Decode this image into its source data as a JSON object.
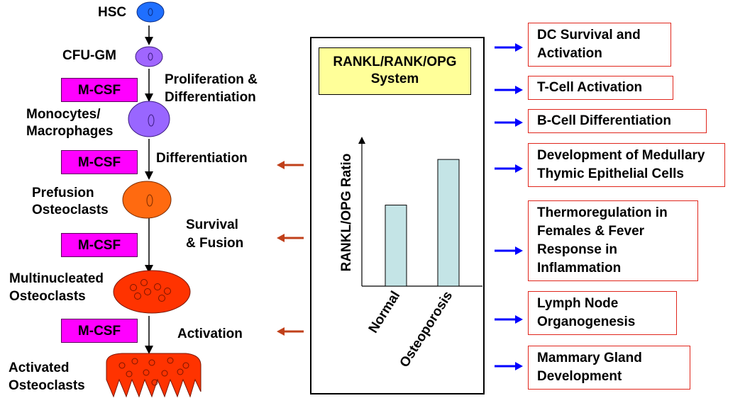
{
  "left_labels": {
    "hsc": "HSC",
    "cfu_gm": "CFU-GM",
    "monocytes_line1": "Monocytes/",
    "monocytes_line2": "Macrophages",
    "prefusion_line1": "Prefusion",
    "prefusion_line2": "Osteoclasts",
    "multinucleated_line1": "Multinucleated",
    "multinucleated_line2": "Osteoclasts",
    "activated_line1": "Activated",
    "activated_line2": "Osteoclasts"
  },
  "mcsf_label": "M-CSF",
  "steps": {
    "prolif_line1": "Proliferation &",
    "prolif_line2": "Differentiation",
    "differentiation": "Differentiation",
    "survival_line1": "Survival",
    "survival_line2": "& Fusion",
    "activation": "Activation"
  },
  "system_box": {
    "line1": "RANKL/RANK/OPG",
    "line2": "System"
  },
  "chart_data": {
    "type": "bar",
    "categories": [
      "Normal",
      "Osteoporosis"
    ],
    "values": [
      0.55,
      0.86
    ],
    "ylabel": "RANKL/OPG Ratio",
    "xlabel": "",
    "ylim": [
      0,
      1
    ],
    "bar_color": "#c4e4e6"
  },
  "outcomes": [
    {
      "lines": [
        "DC Survival and",
        "Activation"
      ]
    },
    {
      "lines": [
        "T-Cell Activation"
      ]
    },
    {
      "lines": [
        "B-Cell Differentiation"
      ]
    },
    {
      "lines": [
        "Development of Medullary",
        "Thymic Epithelial Cells"
      ]
    },
    {
      "lines": [
        "Thermoregulation in",
        "Females & Fever",
        "Response in",
        "Inflammation"
      ]
    },
    {
      "lines": [
        "Lymph Node",
        "Organogenesis"
      ]
    },
    {
      "lines": [
        "Mammary Gland",
        "Development"
      ]
    }
  ],
  "colors": {
    "hsc_cell": "#1f6fff",
    "cfu_cell": "#a066ff",
    "monocyte_cell": "#9966ff",
    "prefusion_cell": "#ff6a10",
    "osteoclast_cell": "#ff3300",
    "mcsf_fill": "#ff00ff",
    "outcome_border": "#e0261c",
    "blue_arrow": "#0000ff",
    "red_arrow": "#c0401a",
    "system_fill": "#ffff99"
  }
}
